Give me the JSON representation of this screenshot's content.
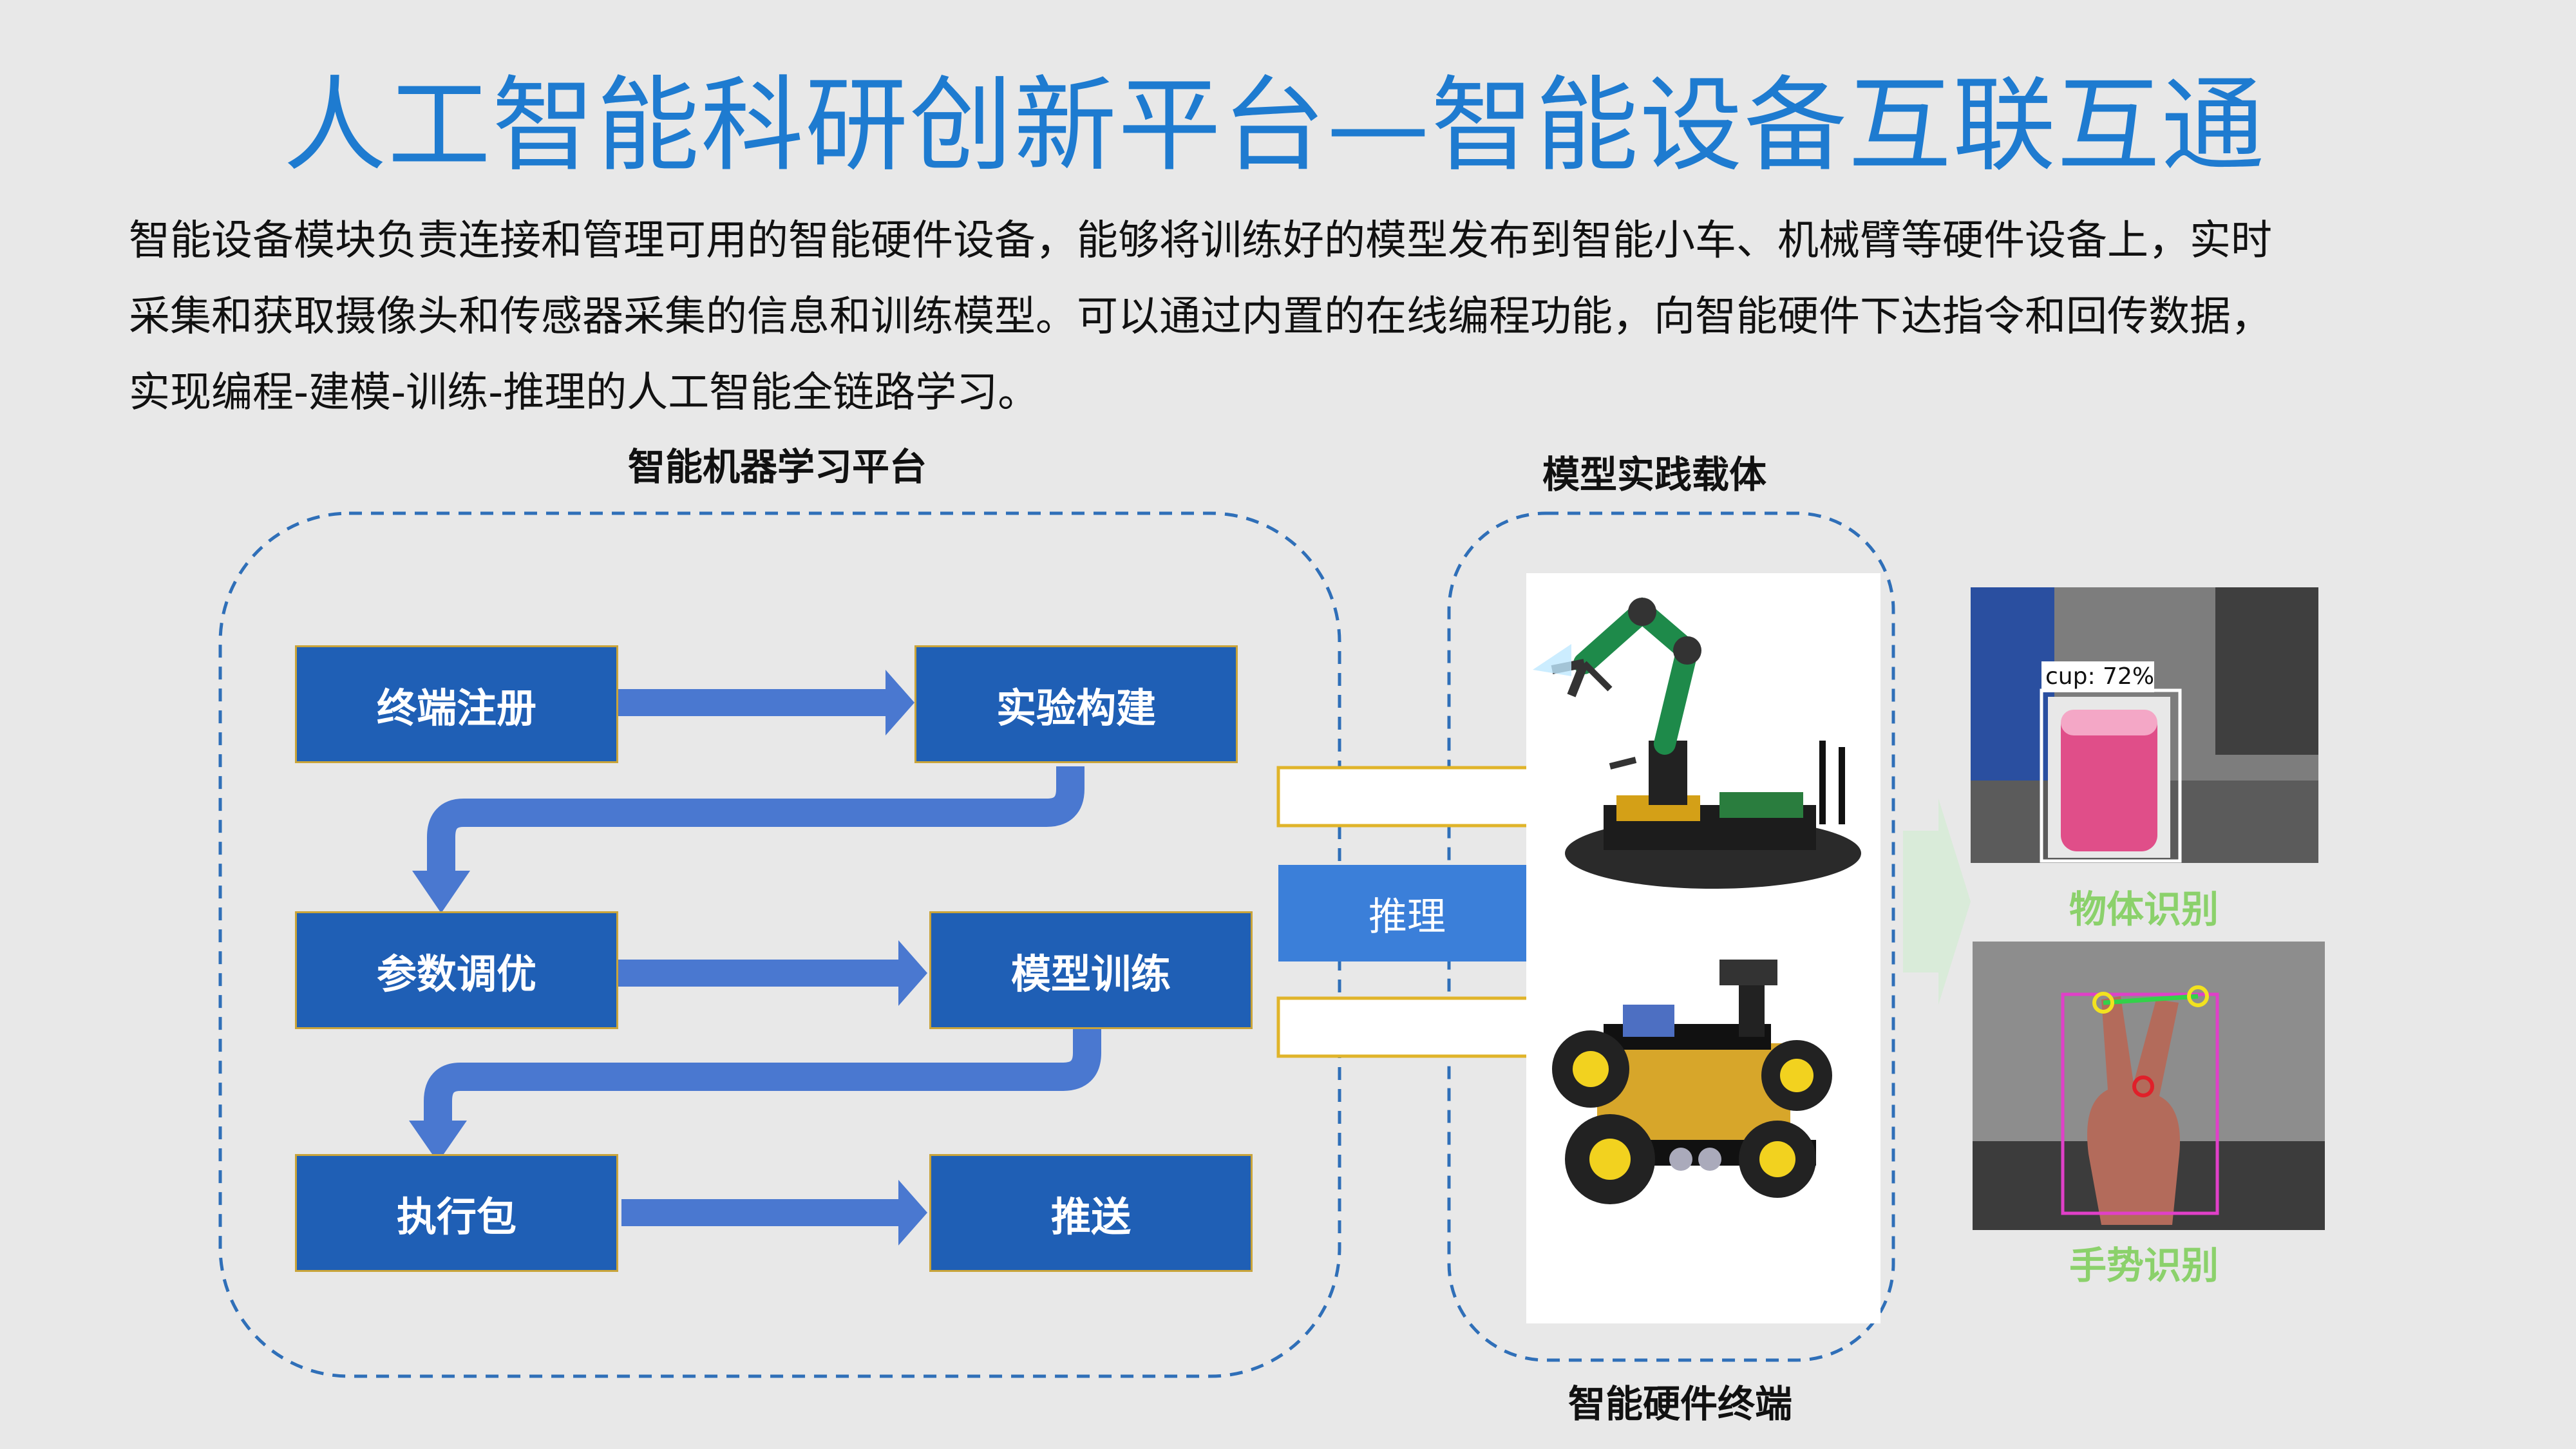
{
  "title": "人工智能科研创新平台—智能设备互联互通",
  "intro": {
    "line1": "智能设备模块负责连接和管理可用的智能硬件设备，能够将训练好的模型发布到智能小车、机械臂等硬件设备上，实时",
    "line2": "采集和获取摄像头和传感器采集的信息和训练模型。可以通过内置的在线编程功能，向智能硬件下达指令和回传数据，",
    "line3": "实现编程-建模-训练-推理的人工智能全链路学习。"
  },
  "platform": {
    "label": "智能机器学习平台",
    "steps": {
      "register": "终端注册",
      "build": "实验构建",
      "tune": "参数调优",
      "train": "模型训练",
      "package": "执行包",
      "push": "推送"
    }
  },
  "inference": {
    "label": "推理"
  },
  "carrier": {
    "label": "模型实践载体",
    "footer": "智能硬件终端"
  },
  "results": {
    "object_label": "物体识别",
    "object_tag": "cup: 72%",
    "gesture_label": "手势识别"
  },
  "colors": {
    "title": "#1e7bd0",
    "box": "#1f5fb5",
    "box_border": "#c9a43a",
    "arrow": "#4a78d0",
    "dashed": "#2f6fb8",
    "result_label": "#8bd16b"
  }
}
